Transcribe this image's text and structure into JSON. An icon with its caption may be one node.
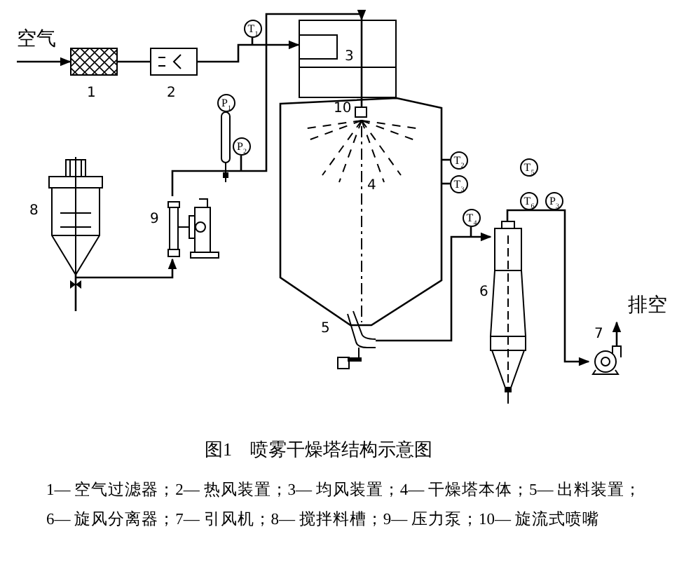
{
  "diagram": {
    "caption": "图1　喷雾干燥塔结构示意图",
    "nodes": [
      {
        "text": [
          "空气"
        ]
      },
      {
        "text": [],
        "shape": "box",
        "beside": [
          "1"
        ]
      },
      {
        "text": [],
        "shape": "box",
        "beside": [
          "2"
        ]
      },
      {
        "text": [
          "3"
        ]
      },
      {
        "text": [
          "4"
        ]
      },
      {
        "text": [],
        "shape": "box",
        "in": 4,
        "beside": [
          "10"
        ]
      },
      {
        "text": [],
        "shape": "picture",
        "beside": [
          "5"
        ]
      },
      {
        "text": [],
        "shape": "picture",
        "beside": [
          "6"
        ]
      },
      {
        "text": [],
        "shape": "picture",
        "beside": [
          "7"
        ]
      },
      {
        "text": [],
        "shape": "picture",
        "beside": [
          "8"
        ]
      },
      {
        "text": [],
        "shape": "picture",
        "beside": [
          "9"
        ]
      },
      {
        "text": [
          "T$_{1}$"
        ]
      },
      {
        "text": [
          "P$_{1}$"
        ]
      },
      {
        "text": [
          "P$_{2}$"
        ]
      },
      {
        "text": [
          "T$_{2}$"
        ]
      },
      {
        "text": [
          "T$_{3}$"
        ]
      },
      {
        "text": [
          "T$_{4}$"
        ]
      },
      {
        "text": [
          "T$_{5}$"
        ]
      },
      {
        "text": [
          "T$_{6}$"
        ]
      },
      {
        "text": [
          "P$_{3}$"
        ]
      },
      {
        "text": [
          "排空"
        ]
      }
    ],
    "edges": [
      {
        "from": 0,
        "to": 1,
        "arrow": "to"
      },
      {
        "from": 1,
        "to": 2,
        "arrow": "none"
      },
      {
        "from": 2,
        "to": 3,
        "arrow": "to"
      },
      {
        "from": 9,
        "to": 10,
        "arrow": "to"
      },
      {
        "from": 10,
        "to": 3,
        "arrow": "to"
      },
      {
        "from": 6,
        "to": 7,
        "arrow": "to"
      },
      {
        "from": 7,
        "to": 8,
        "arrow": "to"
      },
      {
        "from": 8,
        "to": 20,
        "arrow": "to"
      },
      {
        "from": 11,
        "to": null,
        "arrow": "none"
      },
      {
        "from": 13,
        "to": null,
        "arrow": "none"
      },
      {
        "from": 14,
        "to": 4,
        "arrow": "none"
      },
      {
        "from": 15,
        "to": 4,
        "arrow": "none"
      },
      {
        "from": 16,
        "to": null,
        "arrow": "none"
      },
      {
        "from": 3,
        "to": 5,
        "arrow": "none"
      }
    ],
    "labels": [
      "1— 空气过滤器；2— 热风装置；3— 均风装置；4— 干燥塔本体；5— 出料装置；",
      "6— 旋风分离器；7— 引风机；8— 搅拌料槽；9— 压力泵；10— 旋流式喷嘴"
    ]
  }
}
